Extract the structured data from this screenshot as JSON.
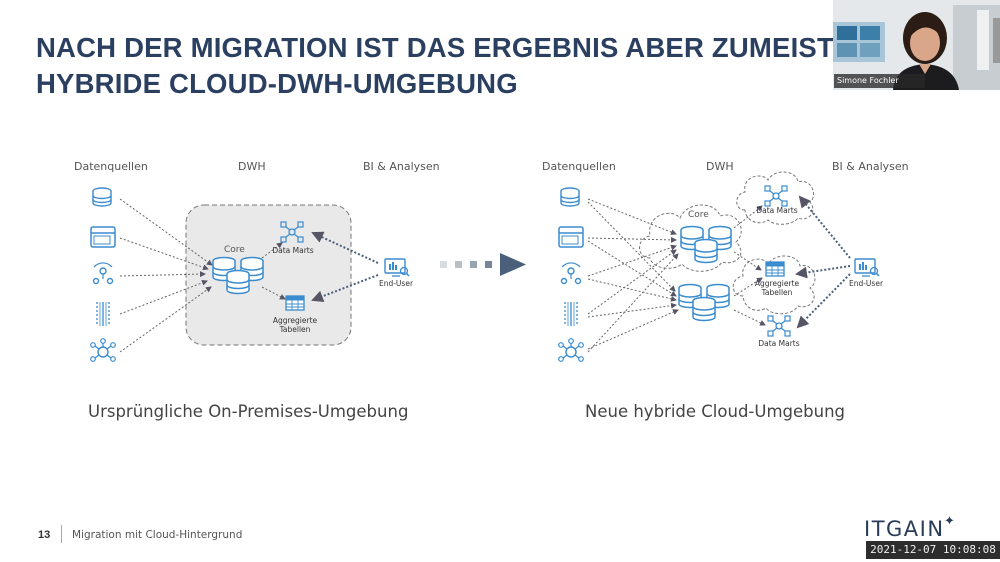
{
  "slide": {
    "title_line1": "NACH DER MIGRATION IST DAS ERGEBNIS ABER ZUMEIST",
    "title_line2": "HYBRIDE CLOUD-DWH-UMGEBUNG"
  },
  "left_diagram": {
    "col_sources": "Datenquellen",
    "col_dwh": "DWH",
    "col_bi": "BI & Analysen",
    "core": "Core",
    "data_marts": "Data Marts",
    "aggregated_1": "Aggregierte",
    "aggregated_2": "Tabellen",
    "end_user": "End-User",
    "caption": "Ursprüngliche On-Premises-Umgebung"
  },
  "right_diagram": {
    "col_sources": "Datenquellen",
    "col_dwh": "DWH",
    "col_bi": "BI & Analysen",
    "core": "Core",
    "data_marts_top": "Data Marts",
    "aggregated_1": "Aggregierte",
    "aggregated_2": "Tabellen",
    "data_marts_bottom": "Data Marts",
    "end_user": "End-User",
    "caption": "Neue hybride Cloud-Umgebung"
  },
  "footer": {
    "page_number": "13",
    "text": "Migration mit Cloud-Hintergrund",
    "logo": "ITGAIN",
    "timestamp": "2021-12-07 10:08:08"
  },
  "webcam": {
    "participant_name": "Simone Fochler"
  },
  "colors": {
    "title": "#2b4060",
    "icon_blue": "#3b8ccf",
    "arrow_dark": "#4a5f7a"
  }
}
